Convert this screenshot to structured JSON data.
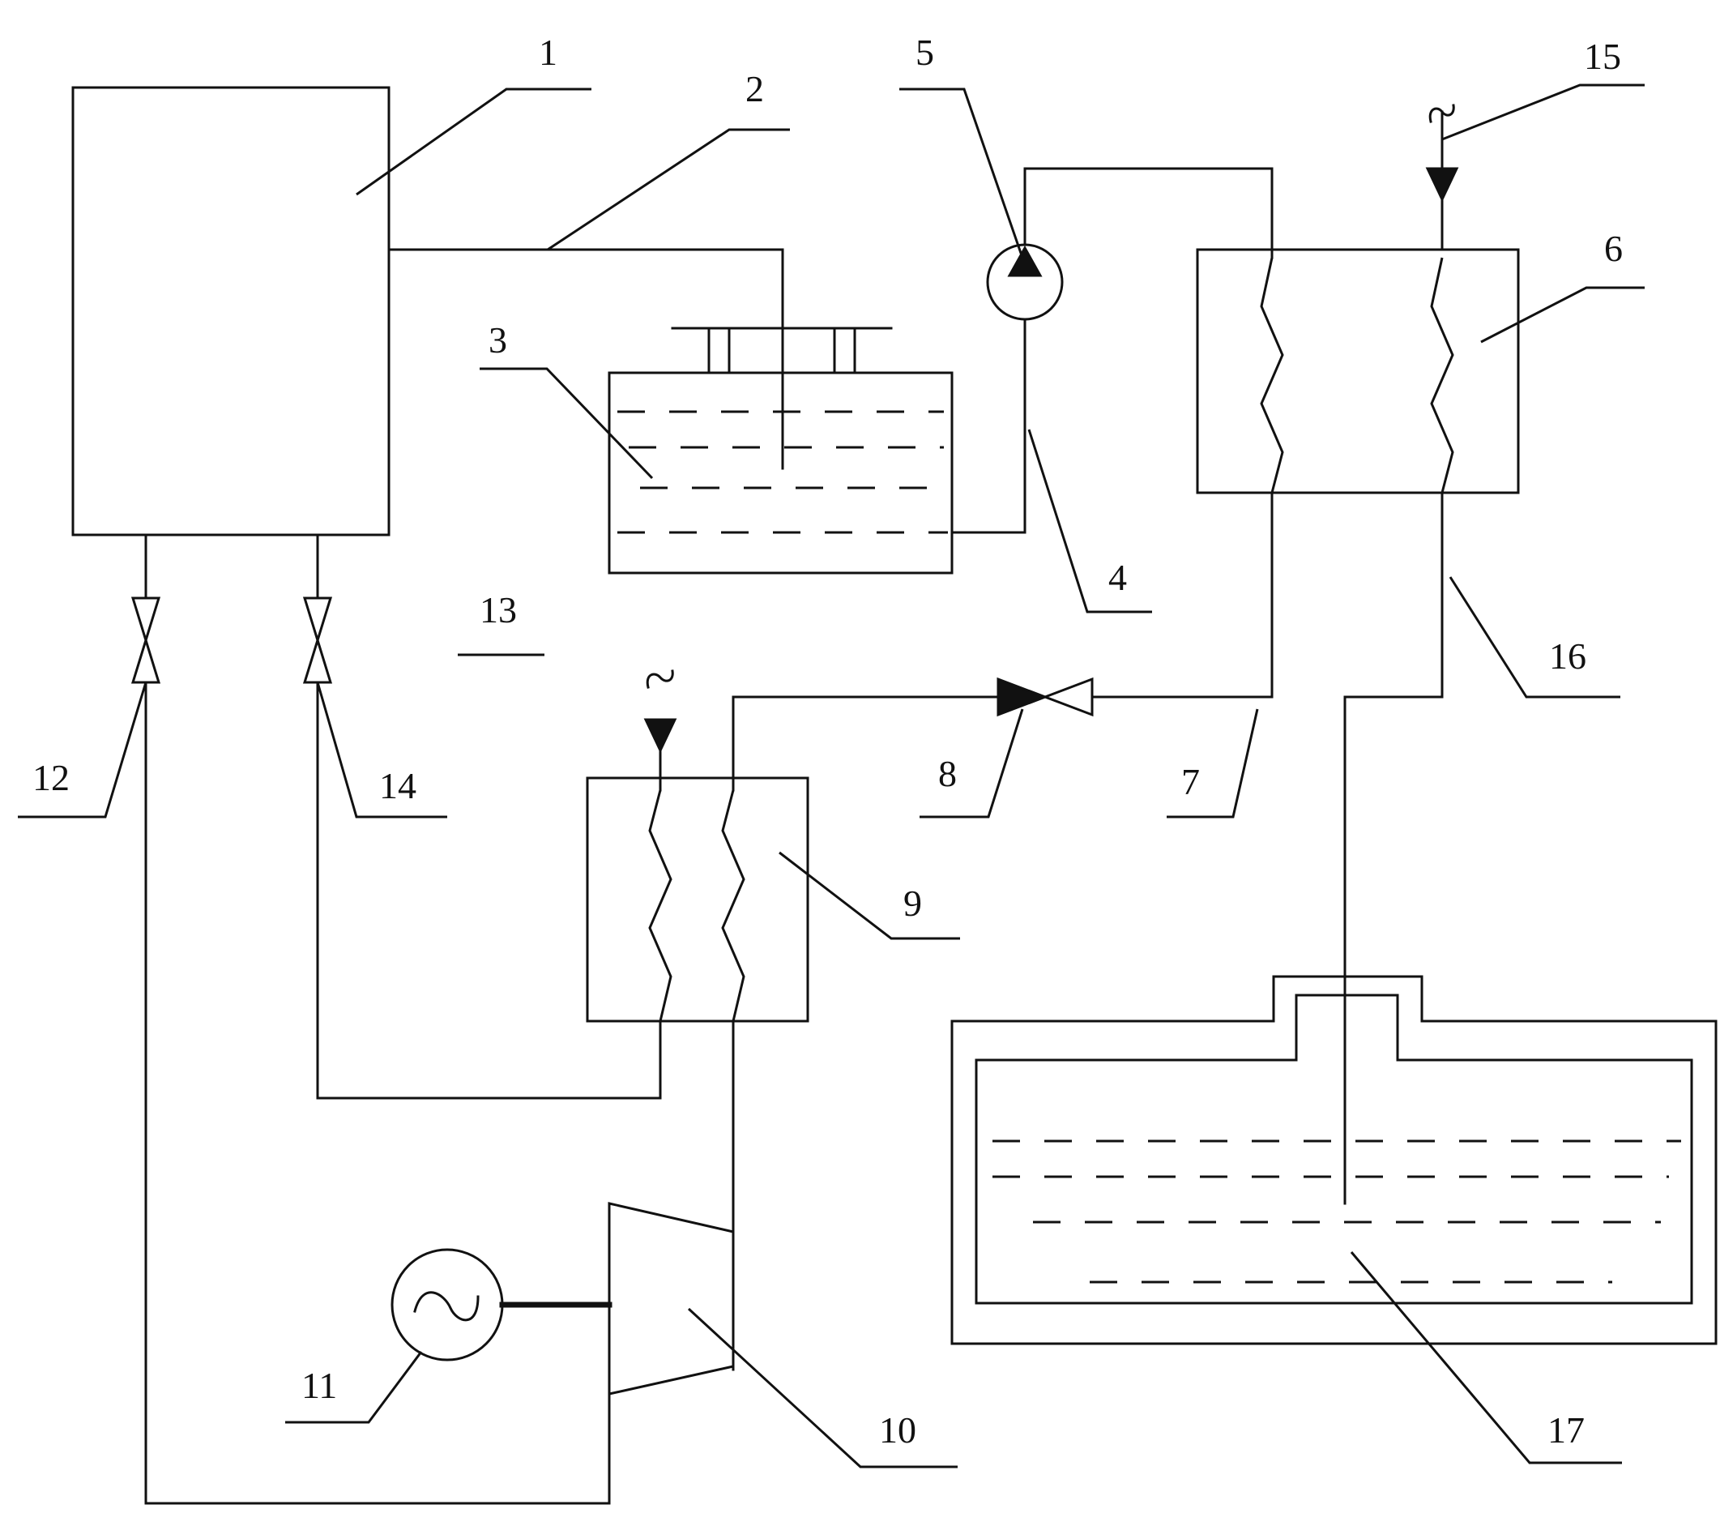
{
  "labels": {
    "l1": "1",
    "l2": "2",
    "l3": "3",
    "l4": "4",
    "l5": "5",
    "l6": "6",
    "l7": "7",
    "l8": "8",
    "l9": "9",
    "l10": "10",
    "l11": "11",
    "l12": "12",
    "l13": "13",
    "l14": "14",
    "l15": "15",
    "l16": "16",
    "l17": "17"
  },
  "icons": {
    "pump": "pump-icon",
    "generator": "generator-icon",
    "valve": "valve-icon",
    "heat-exchanger": "heat-exchanger-icon",
    "turbine": "turbine-icon"
  }
}
